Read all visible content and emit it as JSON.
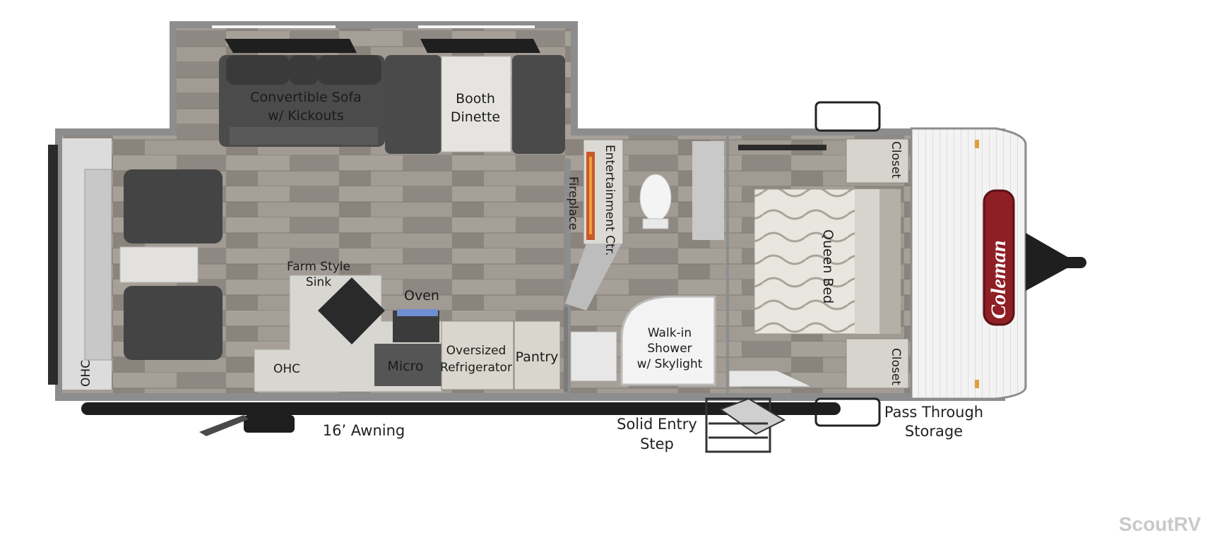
{
  "labels": {
    "convertible_sofa": [
      "Convertible Sofa",
      "w/ Kickouts"
    ],
    "booth_dinette": [
      "Booth",
      "Dinette"
    ],
    "entertainment_ctr": "Entertainment Ctr.",
    "fireplace": "Fireplace",
    "farm_style_sink": [
      "Farm Style",
      "Sink"
    ],
    "oven": "Oven",
    "micro": "Micro",
    "oversized_refrigerator": [
      "Oversized",
      "Refrigerator"
    ],
    "pantry": "Pantry",
    "ohc_front": "OHC",
    "ohc_kitchen": "OHC",
    "walk_in_shower": [
      "Walk-in",
      "Shower",
      "w/ Skylight"
    ],
    "queen_bed": "Queen Bed",
    "closet_top": "Closet",
    "closet_bottom": "Closet",
    "awning": "16’ Awning",
    "solid_entry_step": [
      "Solid Entry",
      "Step"
    ],
    "pass_through_storage": [
      "Pass Through",
      "Storage"
    ],
    "brand": "Coleman",
    "watermark": "ScoutRV"
  },
  "colors": {
    "wall": "#8d8d8d",
    "floor": "#9a948d",
    "upholstery": "#4a4a4a",
    "counter": "#d9d6cf",
    "brand_red": "#8e1f24"
  }
}
